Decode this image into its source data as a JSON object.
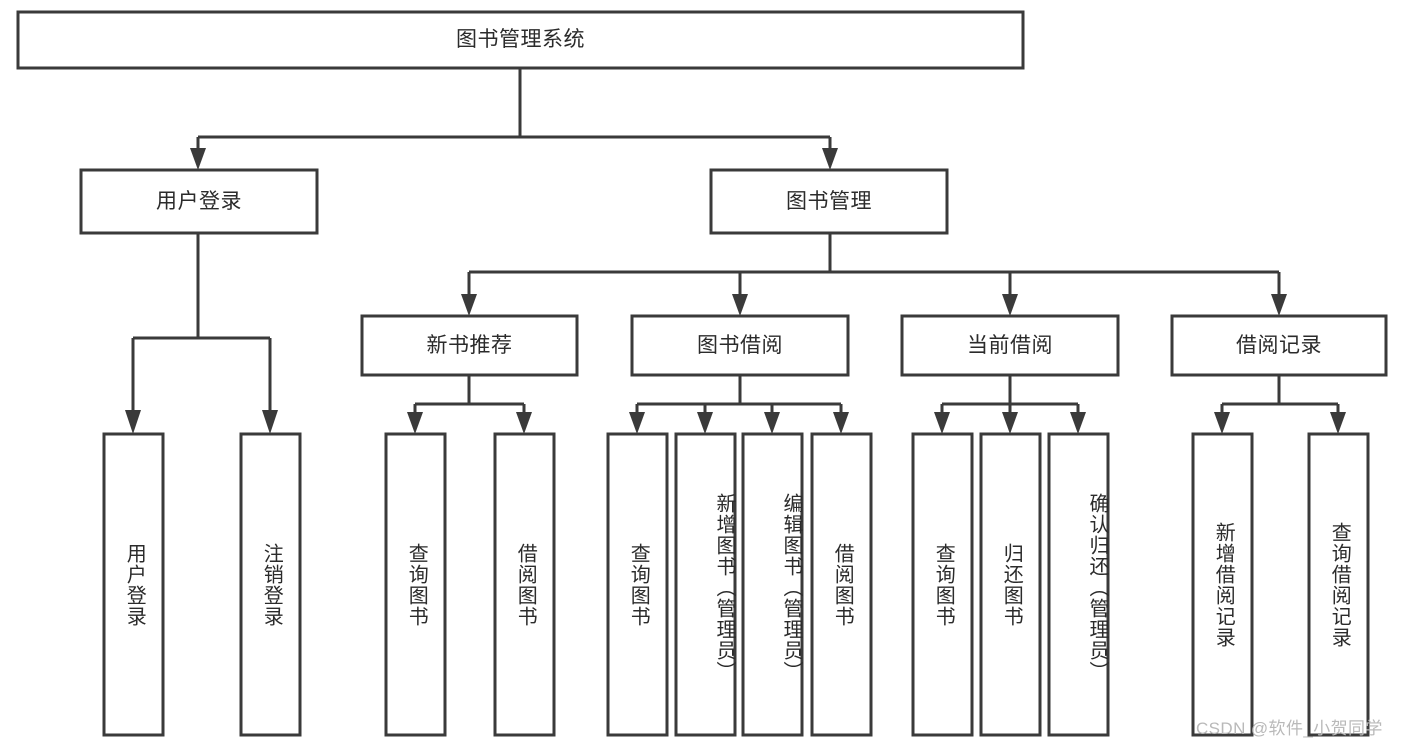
{
  "diagram": {
    "type": "tree-hierarchy",
    "orientation": "top-down",
    "title_node": "图书管理系统",
    "colors": {
      "box_fill": "#ffffff",
      "box_stroke": "#3a3a3a",
      "text": "#2b2b2b",
      "background": "#ffffff",
      "watermark": "#b9b9b9"
    },
    "levels": {
      "level0": [
        "图书管理系统"
      ],
      "level1": [
        "用户登录",
        "图书管理"
      ],
      "level2": [
        "新书推荐",
        "图书借阅",
        "当前借阅",
        "借阅记录"
      ],
      "level3": [
        "用户登录",
        "注销登录",
        "查询图书",
        "借阅图书",
        "查询图书",
        "新增图书（管理员）",
        "编辑图书（管理员）",
        "借阅图书",
        "查询图书",
        "归还图书",
        "确认归还（管理员）",
        "新增借阅记录",
        "查询借阅记录"
      ]
    },
    "nodes": {
      "root": {
        "label": "图书管理系统"
      },
      "user_login": {
        "label": "用户登录"
      },
      "book_manage": {
        "label": "图书管理"
      },
      "new_book_rec": {
        "label": "新书推荐"
      },
      "book_borrow": {
        "label": "图书借阅"
      },
      "current_borrow": {
        "label": "当前借阅"
      },
      "borrow_record": {
        "label": "借阅记录"
      },
      "leaf_user_login": {
        "label": "用户登录"
      },
      "leaf_logout": {
        "label": "注销登录"
      },
      "leaf_query_book_1": {
        "label": "查询图书"
      },
      "leaf_borrow_book_1": {
        "label": "借阅图书"
      },
      "leaf_query_book_2": {
        "label": "查询图书"
      },
      "leaf_add_book_admin": {
        "label": "新增图书（管理员）"
      },
      "leaf_edit_book_admin": {
        "label": "编辑图书（管理员）"
      },
      "leaf_borrow_book_2": {
        "label": "借阅图书"
      },
      "leaf_query_book_3": {
        "label": "查询图书"
      },
      "leaf_return_book": {
        "label": "归还图书"
      },
      "leaf_confirm_return_admin": {
        "label": "确认归还（管理员）"
      },
      "leaf_add_borrow_record": {
        "label": "新增借阅记录"
      },
      "leaf_query_borrow_record": {
        "label": "查询借阅记录"
      }
    },
    "edges": [
      {
        "from": "root",
        "to": "user_login"
      },
      {
        "from": "root",
        "to": "book_manage"
      },
      {
        "from": "user_login",
        "to": "leaf_user_login"
      },
      {
        "from": "user_login",
        "to": "leaf_logout"
      },
      {
        "from": "book_manage",
        "to": "new_book_rec"
      },
      {
        "from": "book_manage",
        "to": "book_borrow"
      },
      {
        "from": "book_manage",
        "to": "current_borrow"
      },
      {
        "from": "book_manage",
        "to": "borrow_record"
      },
      {
        "from": "new_book_rec",
        "to": "leaf_query_book_1"
      },
      {
        "from": "new_book_rec",
        "to": "leaf_borrow_book_1"
      },
      {
        "from": "book_borrow",
        "to": "leaf_query_book_2"
      },
      {
        "from": "book_borrow",
        "to": "leaf_add_book_admin"
      },
      {
        "from": "book_borrow",
        "to": "leaf_edit_book_admin"
      },
      {
        "from": "book_borrow",
        "to": "leaf_borrow_book_2"
      },
      {
        "from": "current_borrow",
        "to": "leaf_query_book_3"
      },
      {
        "from": "current_borrow",
        "to": "leaf_return_book"
      },
      {
        "from": "current_borrow",
        "to": "leaf_confirm_return_admin"
      },
      {
        "from": "borrow_record",
        "to": "leaf_add_borrow_record"
      },
      {
        "from": "borrow_record",
        "to": "leaf_query_borrow_record"
      }
    ]
  },
  "watermark": {
    "text": "CSDN @软件_小贺同学"
  }
}
